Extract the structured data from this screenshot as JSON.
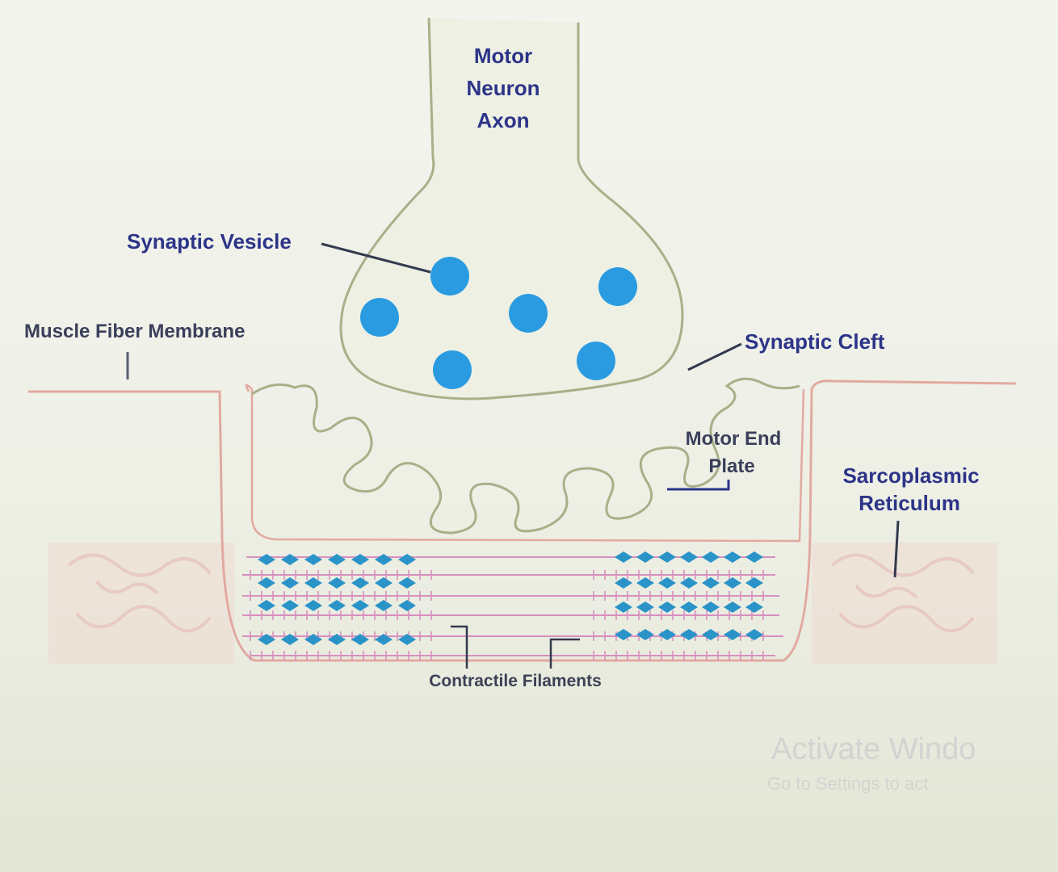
{
  "labels": {
    "axon_line1": "Motor",
    "axon_line2": "Neuron",
    "axon_line3": "Axon",
    "synaptic_vesicle": "Synaptic Vesicle",
    "muscle_fiber_membrane": "Muscle Fiber Membrane",
    "synaptic_cleft": "Synaptic Cleft",
    "motor_end_plate_line1": "Motor End",
    "motor_end_plate_line2": "Plate",
    "sarcoplasmic_line1": "Sarcoplasmic",
    "sarcoplasmic_line2": "Reticulum",
    "contractile_filaments": "Contractile Filaments"
  },
  "watermark": {
    "line1": "Activate Windo",
    "line2": "Go to Settings to act"
  },
  "colors": {
    "vesicle": "#2a9be0",
    "filament_marker": "#2a93c8",
    "axon_outline": "#a8b089",
    "membrane": "#e2a9a0",
    "filament_line": "#d78fbe",
    "label_blue": "#2c3488"
  }
}
